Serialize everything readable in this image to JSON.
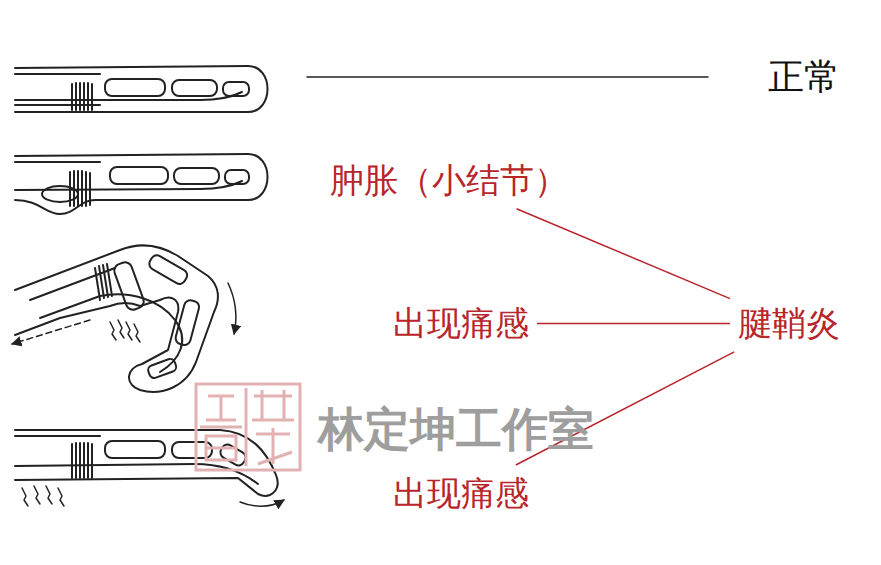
{
  "diagram": {
    "nodes": [
      {
        "text": [
          "肿胀（小结节）"
        ]
      },
      {
        "text": [
          "出现痛感"
        ]
      },
      {
        "text": [
          "腱鞘炎"
        ]
      },
      {
        "text": [
          "出现痛感"
        ]
      }
    ],
    "edges": [
      {
        "from": 0,
        "to": 2,
        "arrow": "none"
      },
      {
        "from": 1,
        "to": 2,
        "arrow": "none"
      },
      {
        "from": 3,
        "to": 2,
        "arrow": "none"
      }
    ],
    "labels": [
      "正常",
      "林定坤工作室"
    ]
  }
}
